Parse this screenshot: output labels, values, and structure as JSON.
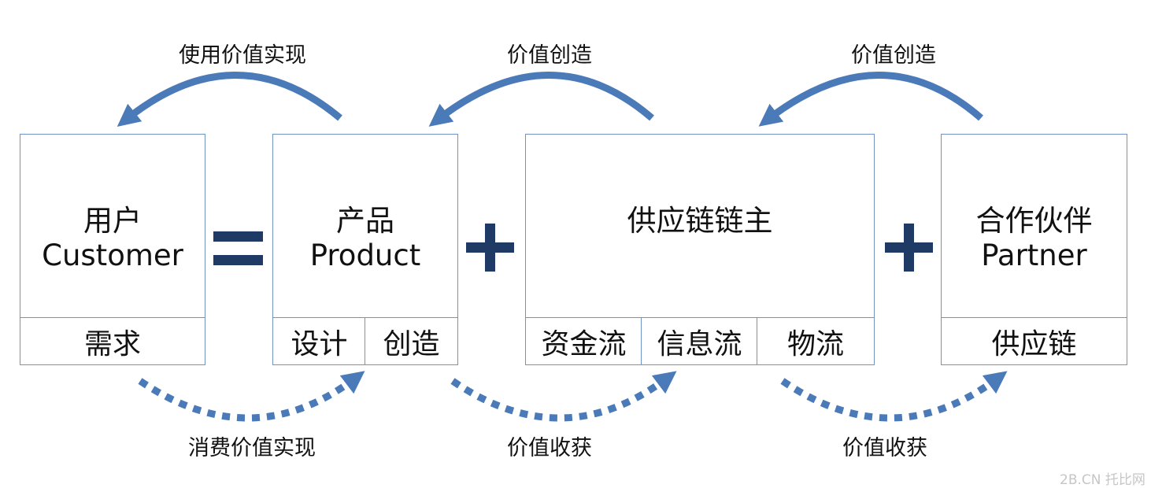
{
  "boxes": {
    "user": {
      "zh": "用户",
      "en": "Customer",
      "cells": [
        "需求"
      ]
    },
    "product": {
      "zh": "产品",
      "en": "Product",
      "cells": [
        "设计",
        "创造"
      ]
    },
    "chain_owner": {
      "zh": "供应链链主",
      "cells": [
        "资金流",
        "信息流",
        "物流"
      ]
    },
    "partner": {
      "zh": "合作伙伴",
      "en": "Partner",
      "cells": [
        "供应链"
      ]
    }
  },
  "flows": {
    "top": [
      "使用价值实现",
      "价值创造",
      "价值创造"
    ],
    "bottom": [
      "消费价值实现",
      "价值收获",
      "价值收获"
    ]
  },
  "operators": [
    "=",
    "+",
    "+"
  ],
  "watermark": "2B.CN 托比网",
  "colors": {
    "box_border": "#6f93c4",
    "arrow": "#4a7ab8",
    "operator": "#1f3a64",
    "text": "#111111",
    "watermark": "#c6c6c6"
  }
}
